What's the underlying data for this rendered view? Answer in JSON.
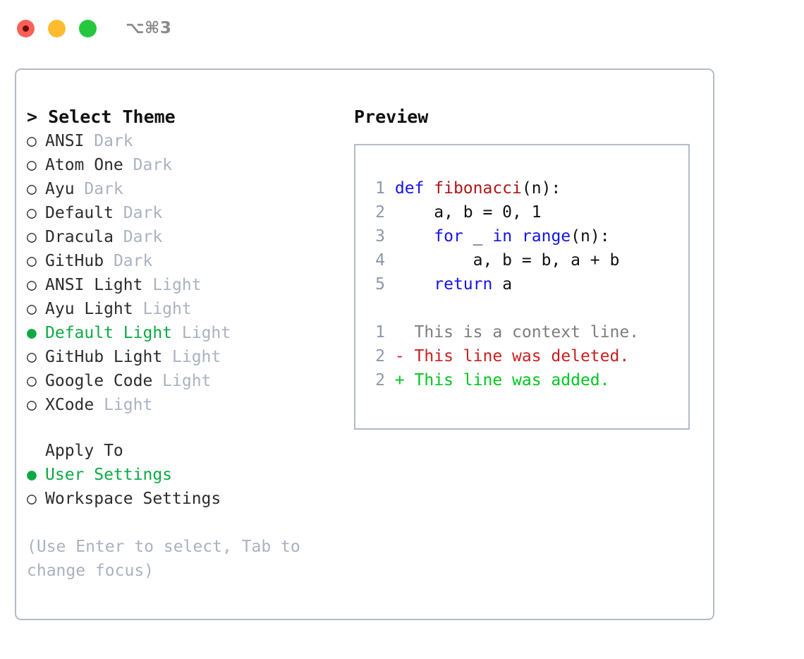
{
  "titlebar": {
    "shortcut": "⌥⌘3",
    "buttons": [
      {
        "name": "close",
        "color": "#fb6058"
      },
      {
        "name": "minimize",
        "color": "#fdbc2f"
      },
      {
        "name": "maximize",
        "color": "#26c73f"
      }
    ]
  },
  "theme_list": {
    "header": "> Select Theme",
    "selected_marker": "●",
    "unselected_marker": "○",
    "items": [
      {
        "marker": "○",
        "name": "ANSI",
        "tag": "Dark",
        "selected": false
      },
      {
        "marker": "○",
        "name": "Atom One",
        "tag": "Dark",
        "selected": false
      },
      {
        "marker": "○",
        "name": "Ayu",
        "tag": "Dark",
        "selected": false
      },
      {
        "marker": "○",
        "name": "Default",
        "tag": "Dark",
        "selected": false
      },
      {
        "marker": "○",
        "name": "Dracula",
        "tag": "Dark",
        "selected": false
      },
      {
        "marker": "○",
        "name": "GitHub",
        "tag": "Dark",
        "selected": false
      },
      {
        "marker": "○",
        "name": "ANSI Light",
        "tag": "Light",
        "selected": false
      },
      {
        "marker": "○",
        "name": "Ayu Light",
        "tag": "Light",
        "selected": false
      },
      {
        "marker": "●",
        "name": "Default Light",
        "tag": "Light",
        "selected": true
      },
      {
        "marker": "○",
        "name": "GitHub Light",
        "tag": "Light",
        "selected": false
      },
      {
        "marker": "○",
        "name": "Google Code",
        "tag": "Light",
        "selected": false
      },
      {
        "marker": "○",
        "name": "XCode",
        "tag": "Light",
        "selected": false
      }
    ]
  },
  "apply_to": {
    "header": "Apply To",
    "items": [
      {
        "marker": "●",
        "label": "User Settings",
        "selected": true
      },
      {
        "marker": "○",
        "label": "Workspace Settings",
        "selected": false
      }
    ]
  },
  "hint": "(Use Enter to select, Tab to change focus)",
  "preview": {
    "header": "Preview",
    "code_lines": [
      {
        "num": "1",
        "tokens": [
          {
            "t": "def ",
            "c": "kw"
          },
          {
            "t": "fibonacci",
            "c": "fn"
          },
          {
            "t": "(n):",
            "c": "pl"
          }
        ]
      },
      {
        "num": "2",
        "tokens": [
          {
            "t": "    a, b = 0, 1",
            "c": "pl"
          }
        ]
      },
      {
        "num": "3",
        "tokens": [
          {
            "t": "    ",
            "c": "pl"
          },
          {
            "t": "for",
            "c": "kw"
          },
          {
            "t": " _ ",
            "c": "pl"
          },
          {
            "t": "in",
            "c": "kw"
          },
          {
            "t": " ",
            "c": "pl"
          },
          {
            "t": "range",
            "c": "kw"
          },
          {
            "t": "(n):",
            "c": "pl"
          }
        ]
      },
      {
        "num": "4",
        "tokens": [
          {
            "t": "        a, b = b, a + b",
            "c": "pl"
          }
        ]
      },
      {
        "num": "5",
        "tokens": [
          {
            "t": "    ",
            "c": "pl"
          },
          {
            "t": "return",
            "c": "kw"
          },
          {
            "t": " a",
            "c": "pl"
          }
        ]
      }
    ],
    "diff_lines": [
      {
        "num": "1",
        "text": "  This is a context line.",
        "kind": "diff-ctx"
      },
      {
        "num": "2",
        "text": "- This line was deleted.",
        "kind": "diff-del"
      },
      {
        "num": "2",
        "text": "+ This line was added.",
        "kind": "diff-add"
      }
    ]
  },
  "colors": {
    "accent_green": "#0daa44",
    "keyword_blue": "#1414e6",
    "function_red": "#b01616",
    "diff_added": "#00c620",
    "diff_deleted": "#c72020",
    "muted_gray": "#aab2c0",
    "border": "#b3bbc7"
  }
}
